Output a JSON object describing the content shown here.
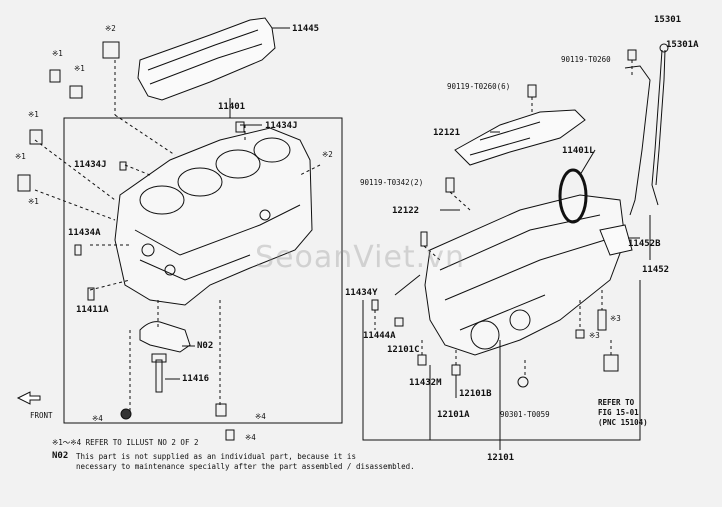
{
  "labels": {
    "p11445": "11445",
    "p11401": "11401",
    "p11434j_a": "11434J",
    "p11434j_b": "11434J",
    "p11434a": "11434A",
    "p11411a": "11411A",
    "pN02": "N02",
    "p11416": "11416",
    "p15301": "15301",
    "p15301a": "15301A",
    "p90119_t0260": "90119-T0260",
    "p90119_t0260_6": "90119-T0260(6)",
    "p12121": "12121",
    "p11401l": "11401L",
    "p90119_t0342_2": "90119-T0342(2)",
    "p12122": "12122",
    "p11452b": "11452B",
    "p11452": "11452",
    "p11434y": "11434Y",
    "p11444a": "11444A",
    "p12101c": "12101C",
    "p11432m": "11432M",
    "p12101b": "12101B",
    "p12101a": "12101A",
    "p90301_t0059": "90301-T0059",
    "p12101": "12101"
  },
  "marks": {
    "m1": "※1",
    "m2": "※2",
    "m3": "※3",
    "m4": "※4"
  },
  "refer": {
    "line1": "REFER TO",
    "line2": "FIG 15-01",
    "line3": "(PNC 15104)"
  },
  "front_label": "FRONT",
  "notes": {
    "line1": "※1～※4 REFER TO ILLUST NO 2 OF 2",
    "n02_code": "N02",
    "line2": "This part is not supplied as an individual part, because it is",
    "line3": "necessary to maintenance specially after the part assembled / disassembled."
  },
  "watermark": "SeoanViet.vn"
}
